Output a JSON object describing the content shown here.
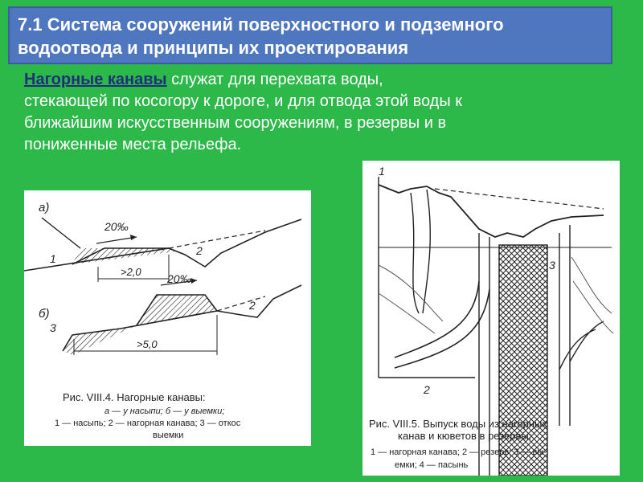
{
  "title": {
    "line1": "7.1 Система сооружений поверхностного и подземного",
    "line2": "водоотвода и принципы их проектирования"
  },
  "paragraph": {
    "term": "Нагорные канавы",
    "line1_rest": " служат для перехвата воды,",
    "line2": "стекающей по косогору к дороге, и для отвода этой воды к",
    "line3": "ближайшим искусственным сооружениям, в резервы и в",
    "line4": "пониженные места рельефа."
  },
  "figure1": {
    "label_a": "а)",
    "label_b": "б)",
    "slope_top": "20‰",
    "slope_bottom": "20‰",
    "dim_a": ">2,0",
    "dim_b": ">5,0",
    "num_1": "1",
    "num_2a": "2",
    "num_2b": "2",
    "num_3": "3",
    "caption_line1": "Рис. VIII.4. Нагорные канавы:",
    "caption_line2": "а — у насыпи; б — у выемки;",
    "caption_line3": "1 — насыпь; 2 — нагорная канава; 3 — откос",
    "caption_line4": "выемки"
  },
  "figure2": {
    "num_1": "1",
    "num_2": "2",
    "num_3": "3",
    "caption_line1": "Рис. VIII.5. Выпуск воды из нагорных",
    "caption_line2": "канав и кюветов в резервы:",
    "caption_line3": "1 — нагорная канава; 2 — резерв; 3 — вы-",
    "caption_line4": "емки; 4 — пасынь"
  },
  "colors": {
    "background": "#2db84a",
    "title_bg": "#4f77bf",
    "term": "#1f2f7a"
  }
}
